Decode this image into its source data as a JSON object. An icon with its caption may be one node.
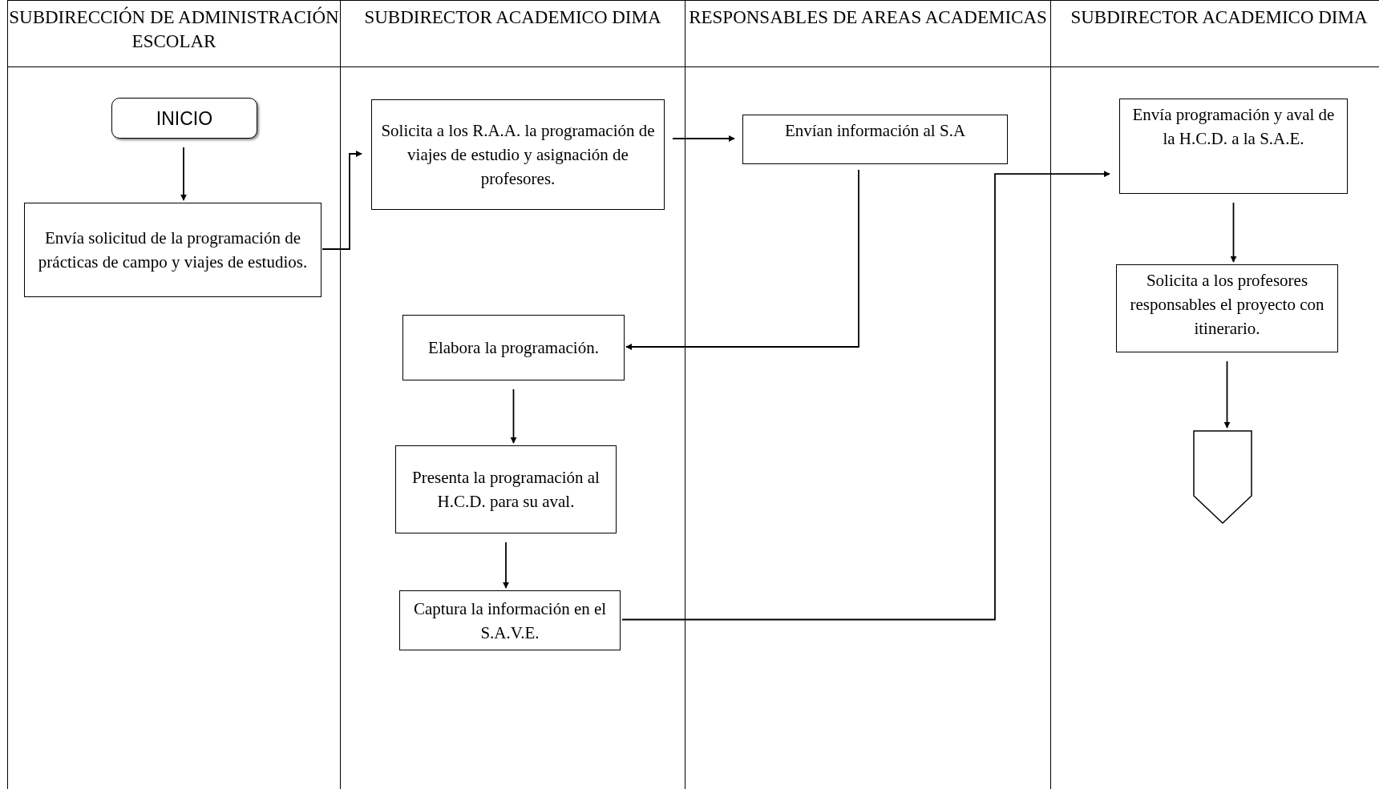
{
  "diagram": {
    "nodes": [
      {
        "text": [
          "SUBDIRECCIÓN DE ADMINISTRACIÓN ESCOLAR"
        ]
      },
      {
        "text": [
          "SUBDIRECTOR ACADEMICO DIMA"
        ]
      },
      {
        "text": [
          "RESPONSABLES DE AREAS ACADEMICAS"
        ]
      },
      {
        "text": [
          "SUBDIRECTOR ACADEMICO DIMA"
        ]
      },
      {
        "text": [
          "INICIO"
        ],
        "in": 0
      },
      {
        "text": [
          "Envía solicitud de la programación de prácticas de campo y viajes de estudios."
        ],
        "in": 0
      },
      {
        "text": [
          "Solicita a los R.A.A. la programación de viajes de estudio y asignación de profesores."
        ],
        "in": 1
      },
      {
        "text": [
          "Envían información al S.A"
        ],
        "in": 2
      },
      {
        "text": [
          "Elabora la programación."
        ],
        "in": 1
      },
      {
        "text": [
          "Presenta la programación al H.C.D. para su aval."
        ],
        "in": 1
      },
      {
        "text": [
          "Captura la información en el S.A.V.E."
        ],
        "in": 1
      },
      {
        "text": [
          "Envía programación y aval de la H.C.D. a la S.A.E."
        ],
        "in": 3
      },
      {
        "text": [
          "Solicita a los profesores responsables el proyecto con itinerario."
        ],
        "in": 3
      },
      {
        "text": [],
        "shape": "pentagon",
        "in": 3
      }
    ],
    "edges": [
      {
        "from": 4,
        "to": 5,
        "arrow": "to"
      },
      {
        "from": 5,
        "to": 6,
        "arrow": "to"
      },
      {
        "from": 6,
        "to": 7,
        "arrow": "to"
      },
      {
        "from": 7,
        "to": 8,
        "arrow": "to"
      },
      {
        "from": 8,
        "to": 9,
        "arrow": "to"
      },
      {
        "from": 9,
        "to": 10,
        "arrow": "to"
      },
      {
        "from": 10,
        "to": 11,
        "arrow": "to"
      },
      {
        "from": 11,
        "to": 12,
        "arrow": "to"
      },
      {
        "from": 12,
        "to": 13,
        "arrow": "to"
      }
    ]
  }
}
